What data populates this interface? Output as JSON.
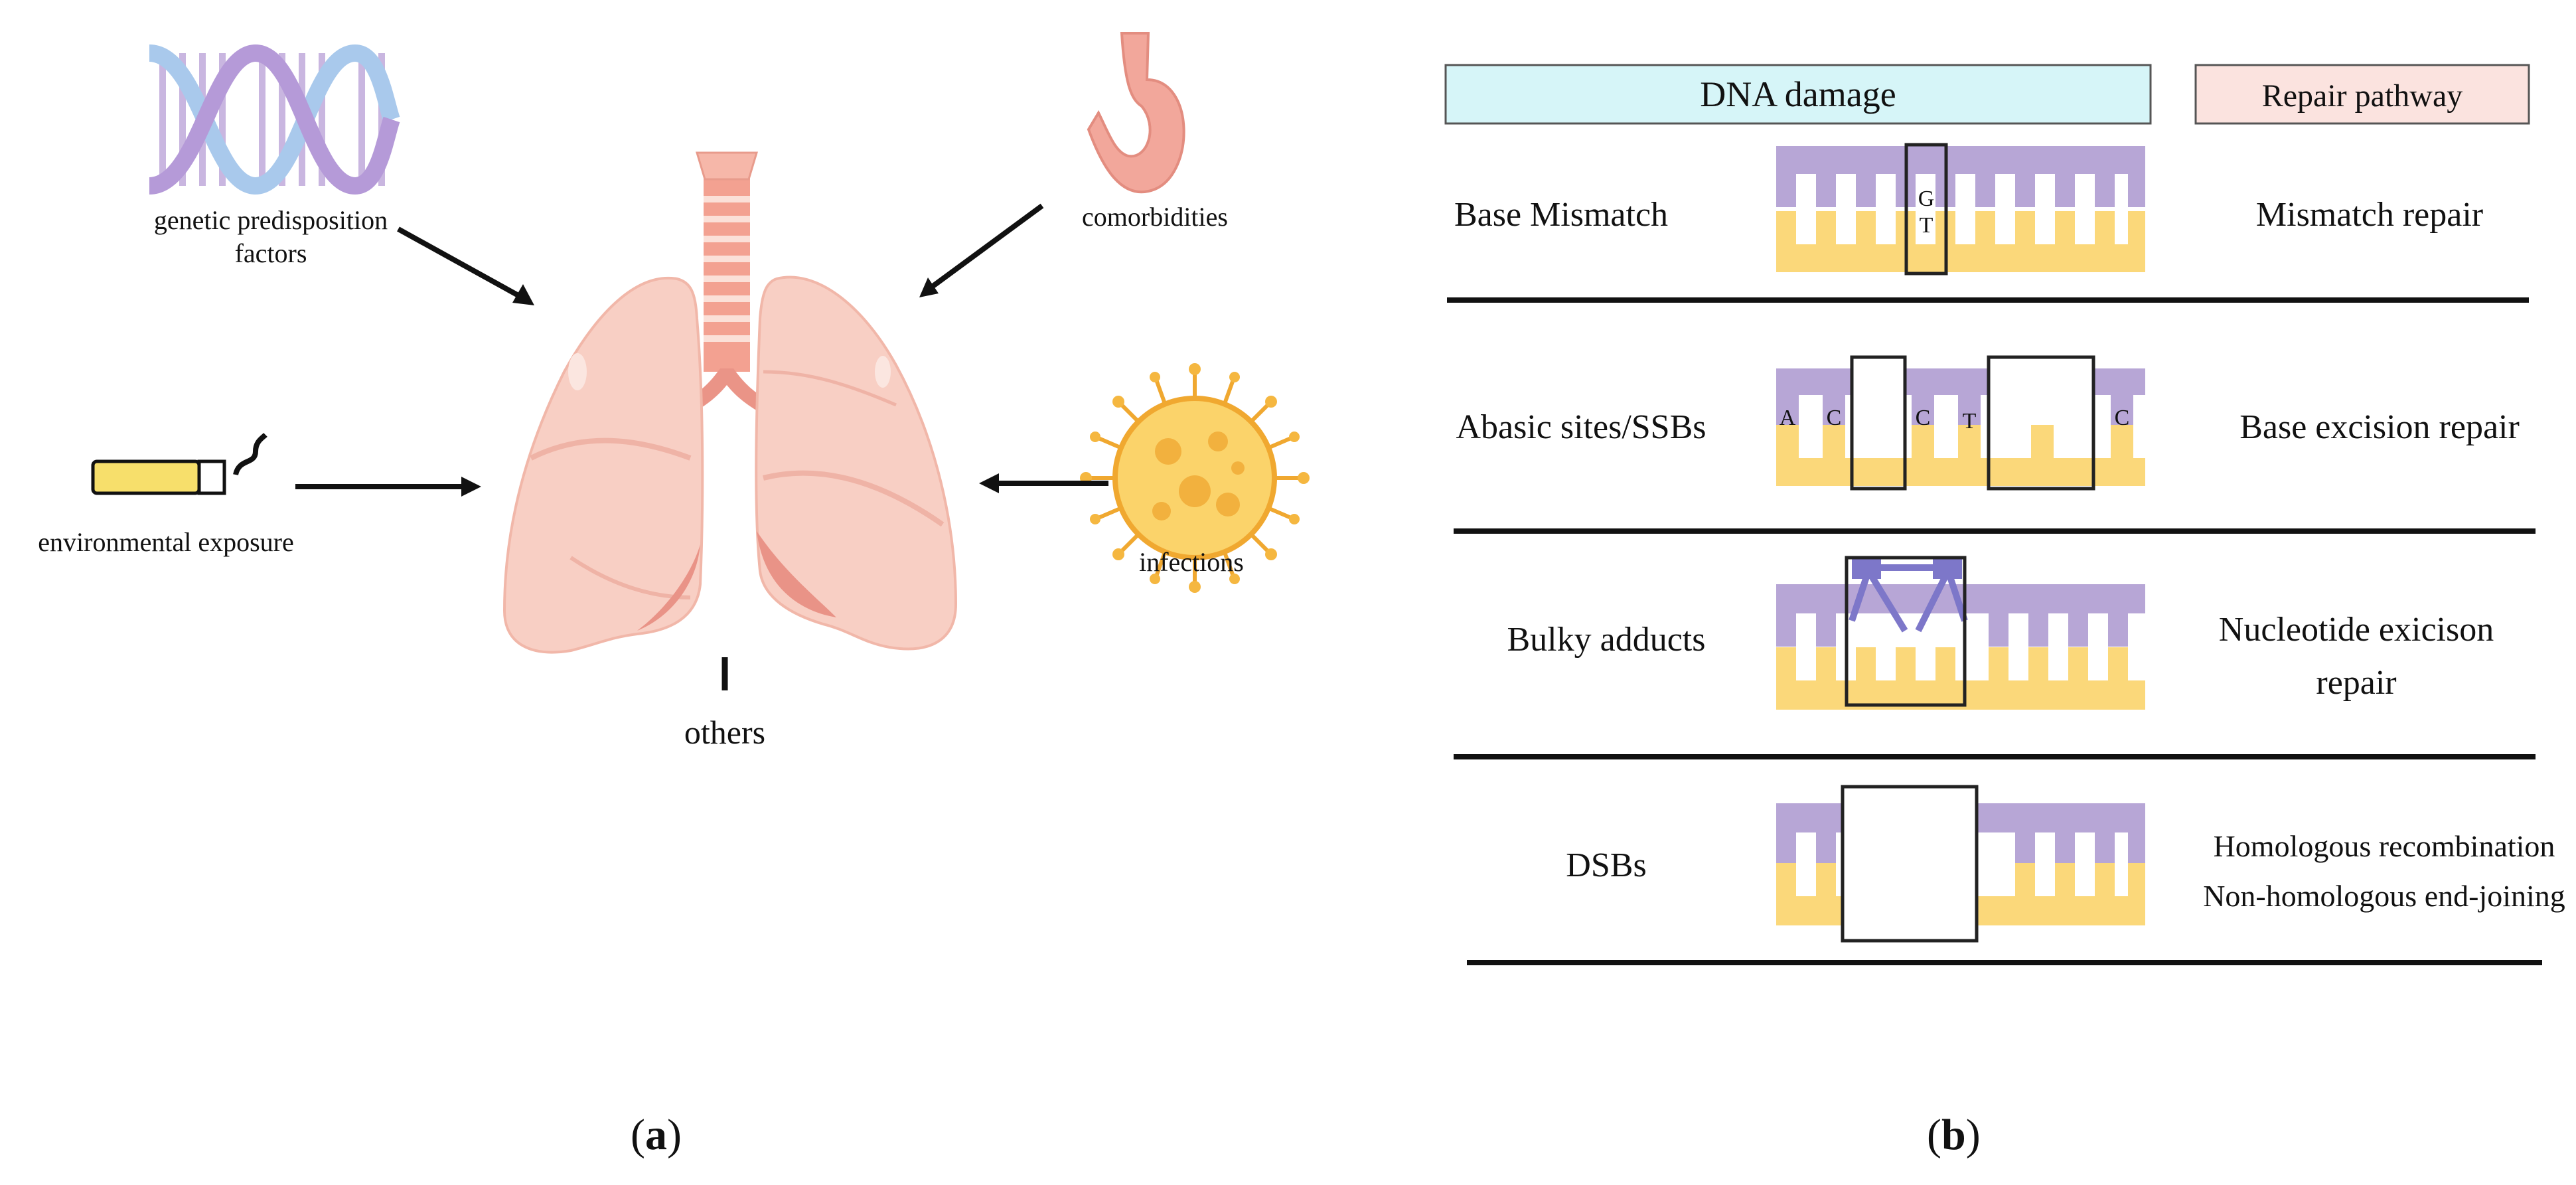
{
  "panel_a": {
    "labels": {
      "genetic_line1": "genetic predisposition",
      "genetic_line2": "factors",
      "comorbidities": "comorbidities",
      "environmental": "environmental exposure",
      "infections": "infections",
      "others": "others"
    },
    "caption": {
      "open": "(",
      "letter": "a",
      "close": ")"
    }
  },
  "panel_b": {
    "header_damage": "DNA damage",
    "header_repair": "Repair pathway",
    "colors": {
      "strand_top": "#b7a6d6",
      "strand_bottom": "#fbd87a",
      "header_damage_bg": "#d6f5f8",
      "header_repair_bg": "#fbe3df",
      "adduct": "#7d77c9"
    },
    "rows": [
      {
        "damage": "Base Mismatch",
        "repair_lines": [
          "Mismatch repair"
        ],
        "bases": [
          "G",
          "T"
        ]
      },
      {
        "damage": "Abasic sites/SSBs",
        "repair_lines": [
          "Base excision repair"
        ],
        "bases": [
          "A",
          "C",
          "C",
          "T",
          "C"
        ]
      },
      {
        "damage": "Bulky adducts",
        "repair_lines": [
          "Nucleotide exicison",
          "repair"
        ],
        "bases": []
      },
      {
        "damage": "DSBs",
        "repair_lines": [
          "Homologous recombination",
          "Non-homologous end-joining"
        ],
        "bases": []
      }
    ],
    "caption": {
      "open": "(",
      "letter": "b",
      "close": ")"
    }
  }
}
